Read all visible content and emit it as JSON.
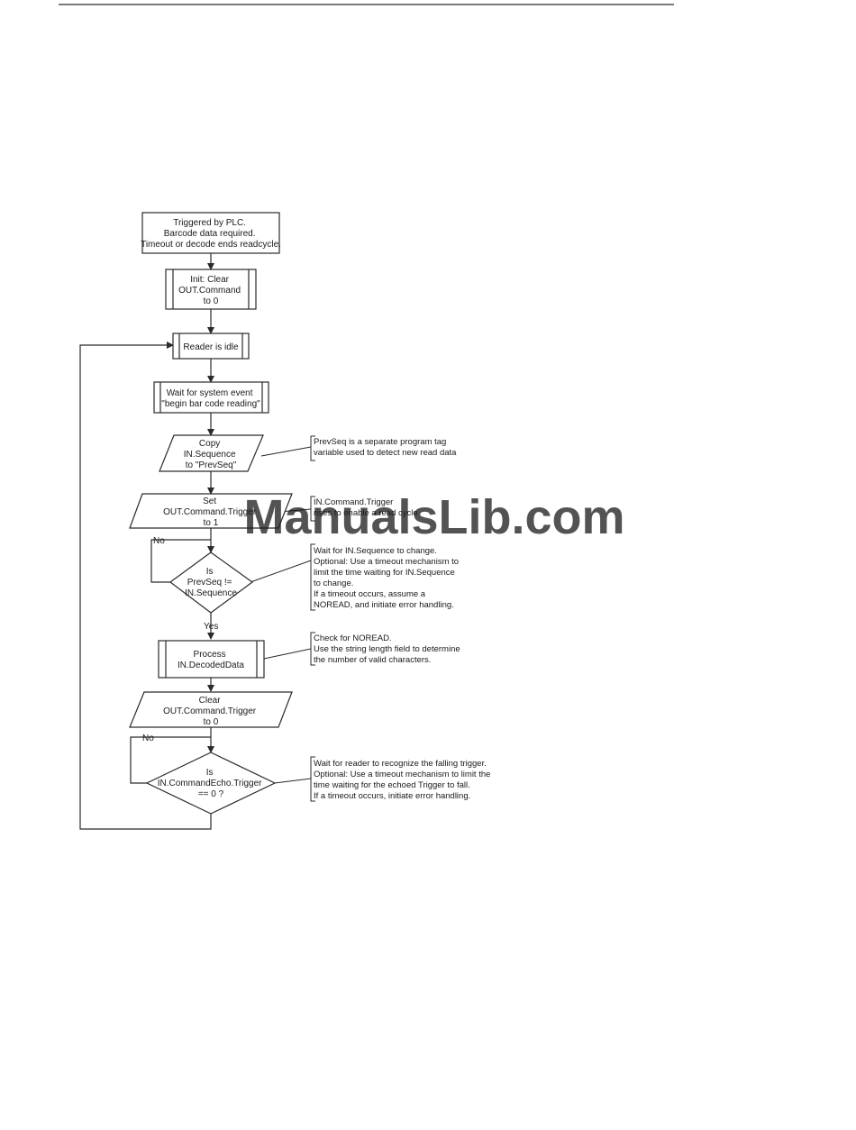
{
  "nodes": {
    "start": {
      "lines": [
        "Triggered by PLC.",
        "Barcode data required.",
        "Timeout or decode ends readcycle."
      ]
    },
    "init": {
      "lines": [
        "Init: Clear",
        "OUT.Command",
        "to 0"
      ]
    },
    "idle": {
      "lines": [
        "Reader is idle"
      ]
    },
    "wait": {
      "lines": [
        "Wait for system event",
        "\"begin bar code reading\""
      ]
    },
    "copy": {
      "lines": [
        "Copy",
        "IN.Sequence",
        "to \"PrevSeq\""
      ]
    },
    "set": {
      "lines": [
        "Set",
        "OUT.Command.Trigger",
        "to 1"
      ]
    },
    "check_seq": {
      "lines": [
        "Is",
        "PrevSeq !=",
        "IN.Sequence"
      ]
    },
    "process": {
      "lines": [
        "Process",
        "IN.DecodedData"
      ]
    },
    "clear": {
      "lines": [
        "Clear",
        "OUT.Command.Trigger",
        "to 0"
      ]
    },
    "check_echo": {
      "lines": [
        "Is",
        "IN.CommandEcho.Trigger",
        "== 0 ?"
      ]
    }
  },
  "edge_labels": {
    "seq_no": "No",
    "seq_yes": "Yes",
    "echo_no": "No"
  },
  "notes": {
    "prevseq": {
      "lines": [
        "PrevSeq is a separate program tag",
        "variable used to detect new read data"
      ]
    },
    "trigger": {
      "lines": [
        "IN.Command.Trigger",
        "rises to enable a read cycle"
      ]
    },
    "sequence": {
      "lines": [
        "Wait for IN.Sequence to change.",
        "Optional: Use a timeout mechanism to",
        "limit the time waiting for IN.Sequence",
        "to change.",
        "If a timeout occurs, assume a",
        "NOREAD, and initiate error handling."
      ]
    },
    "noread": {
      "lines": [
        "Check for NOREAD.",
        "Use the string length field to determine",
        "the number of valid characters."
      ]
    },
    "falling": {
      "lines": [
        "Wait for reader to recognize the falling trigger.",
        "Optional: Use a timeout mechanism to limit the",
        "time waiting for the echoed Trigger to fall.",
        "If a timeout occurs, initiate error handling."
      ]
    }
  },
  "watermark": "ManualsLib.com",
  "colors": {
    "watermark": "#b9cfee",
    "line": "#2a2a2a"
  }
}
